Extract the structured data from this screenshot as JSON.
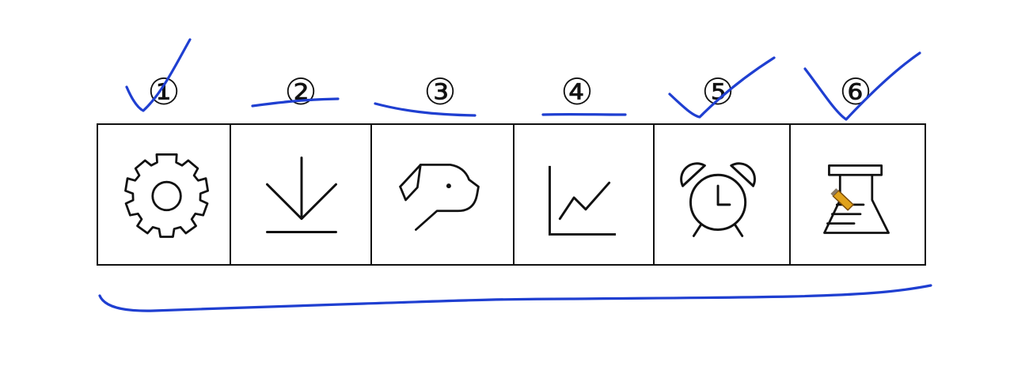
{
  "labels": [
    "①",
    "②",
    "③",
    "④",
    "⑤",
    "⑥"
  ],
  "icons": [
    {
      "name": "gear-icon"
    },
    {
      "name": "download-icon"
    },
    {
      "name": "dog-icon"
    },
    {
      "name": "line-chart-icon"
    },
    {
      "name": "alarm-clock-icon"
    },
    {
      "name": "flask-icon"
    }
  ],
  "colors": {
    "ink": "#1f3fd1",
    "outline": "#111111",
    "pencil": "#e0a21c"
  }
}
